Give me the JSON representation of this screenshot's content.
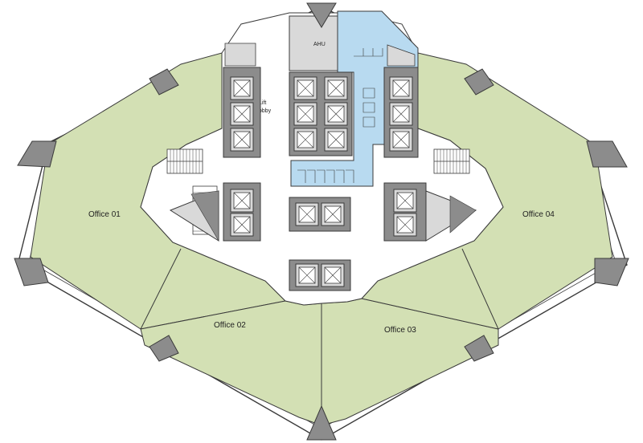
{
  "colors": {
    "office": "#d3e0b4",
    "core": "#ffffff",
    "wet": "#b8daf0",
    "solid": "#8c8c8c",
    "shaft": "#d9d9d9",
    "line": "#3a3a3a"
  },
  "rooms": {
    "office_01": "Office 01",
    "office_02": "Office 02",
    "office_03": "Office 03",
    "office_04": "Office 04",
    "ahu": "AHU",
    "lift_lobby_line1": "Lift",
    "lift_lobby_line2": "Lobby"
  }
}
